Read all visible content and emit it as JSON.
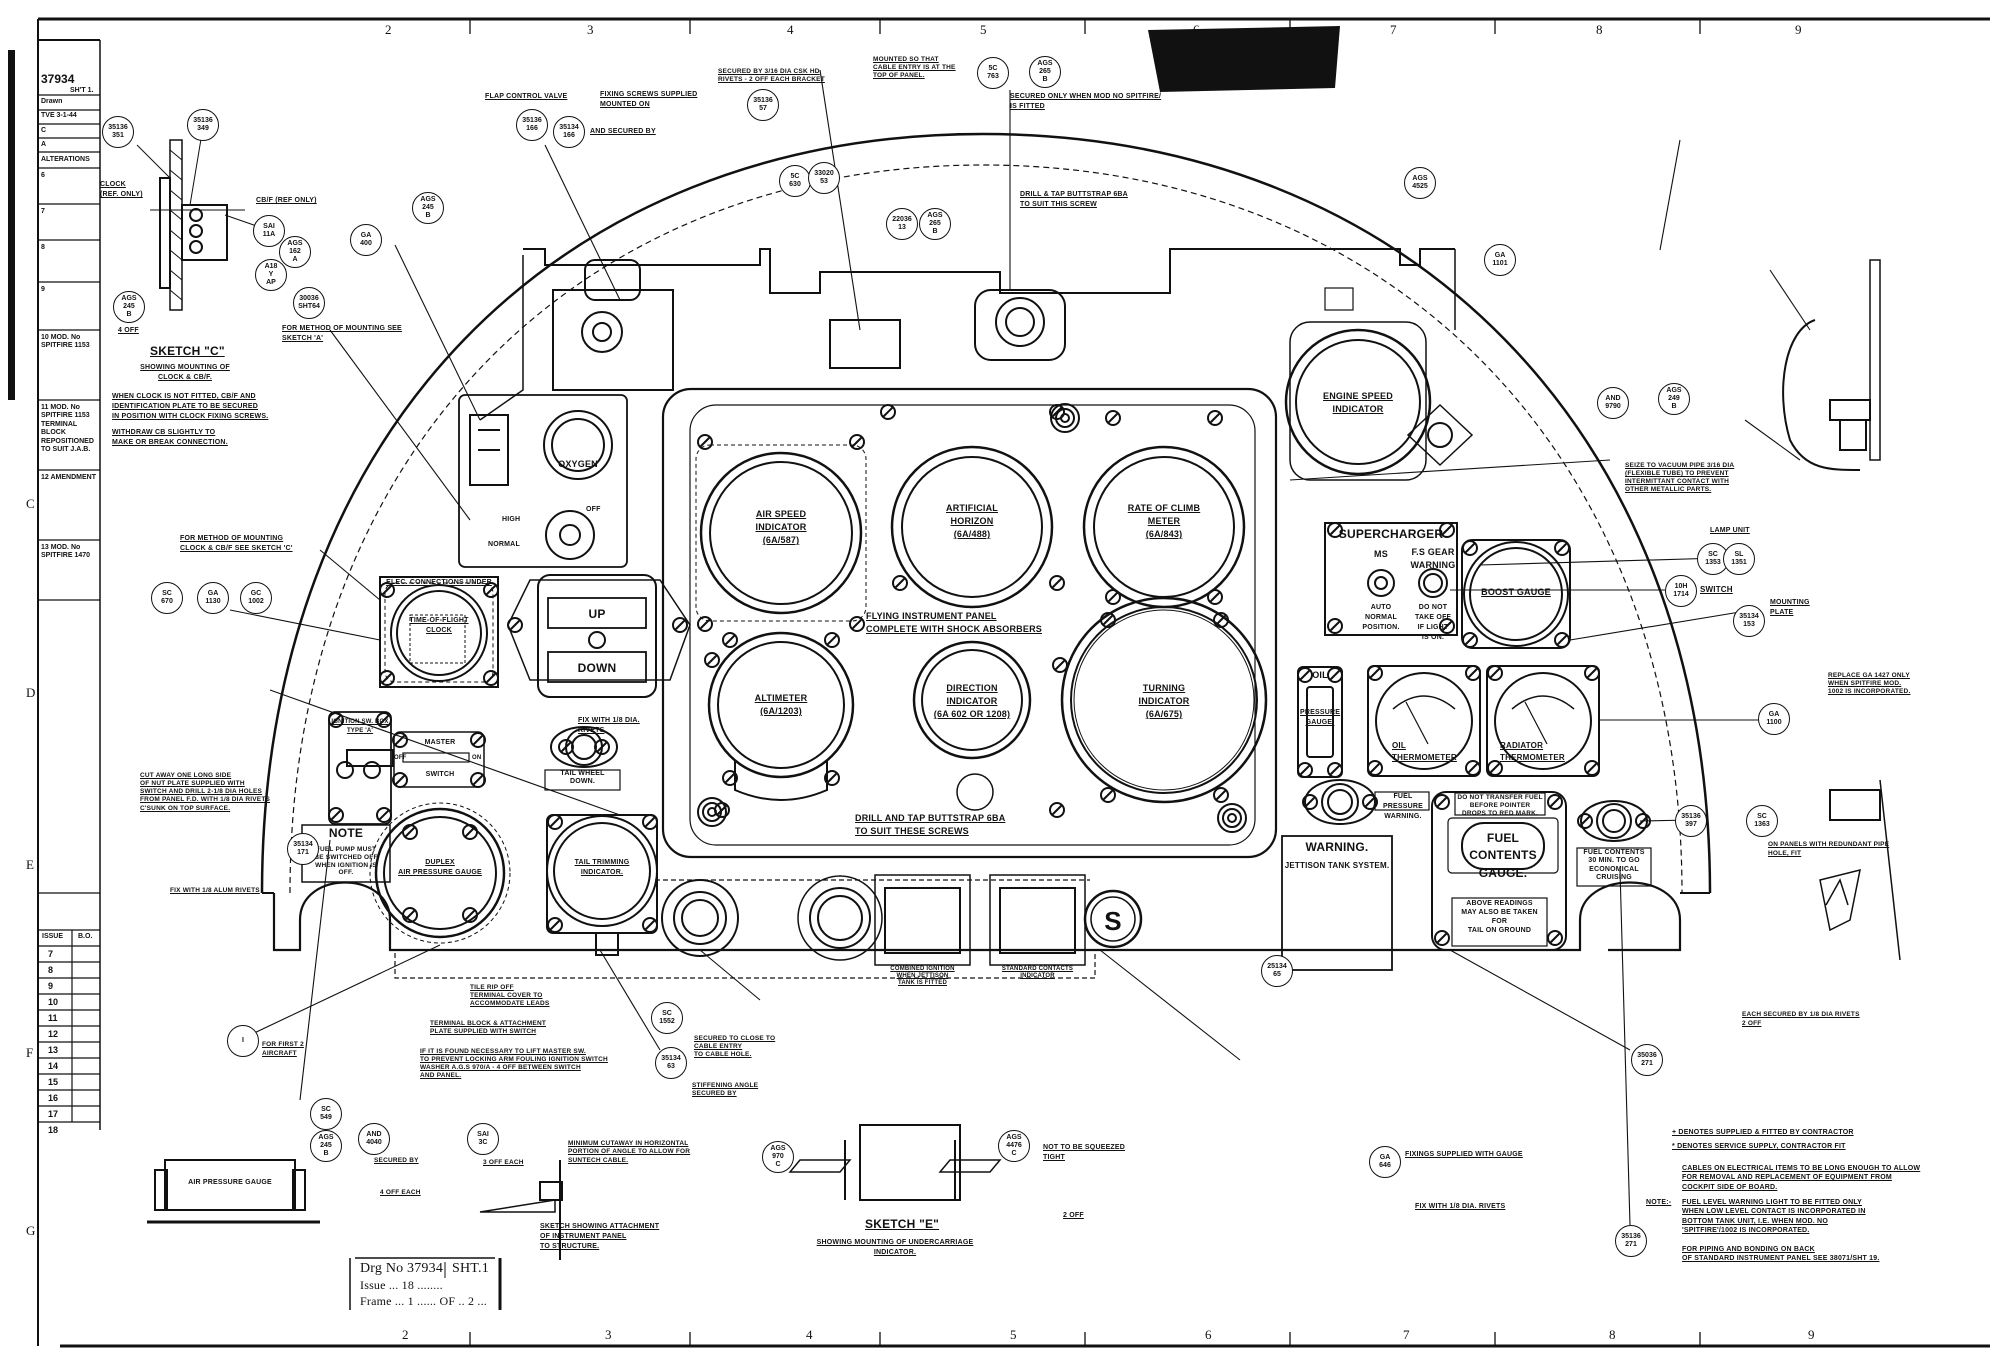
{
  "frame": {
    "columns_top": [
      "2",
      "3",
      "4",
      "5",
      "6",
      "7",
      "8",
      "9"
    ],
    "columns_bottom": [
      "2",
      "3",
      "4",
      "5",
      "6",
      "7",
      "8",
      "9"
    ],
    "rows": [
      "C",
      "D",
      "E",
      "F",
      "G"
    ]
  },
  "title_strip": {
    "drawing_number": "37934",
    "sheet": "SH'T 1.",
    "drawn": "Drawn",
    "traced": "TVE 3-1-44",
    "checked": "C",
    "approved": "A",
    "alterations_header": "ALTERATIONS",
    "alterations": [
      "6",
      "7",
      "8",
      "9",
      "10 MOD. No SPITFIRE 1153",
      "11 MOD. No SPITFIRE 1153 TERMINAL BLOCK REPOSITIONED TO SUIT J.A.B.",
      "12 AMENDMENT",
      "13 MOD. No SPITFIRE 1470"
    ],
    "issue_header": [
      "ISSUE",
      "B.O."
    ],
    "issues": [
      "7",
      "8",
      "9",
      "10",
      "11",
      "12",
      "13",
      "14",
      "15",
      "16",
      "17",
      "18"
    ]
  },
  "flying_panel": {
    "airspeed": "AIR SPEED\nINDICATOR\n(6A/587)",
    "horizon": "ARTIFICIAL\nHORIZON\n(6A/488)",
    "climb": "RATE OF CLIMB\nMETER\n(6A/843)",
    "altimeter": "ALTIMETER\n(6A/1203)",
    "direction": "DIRECTION\nINDICATOR\n(6A 602 OR 1208)",
    "turning": "TURNING\nINDICATOR\n(6A/675)",
    "caption": "FLYING INSTRUMENT PANEL\nCOMPLETE WITH SHOCK ABSORBERS",
    "drill_note": "DRILL AND TAP BUTTSTRAP 6BA\nTO SUIT THESE SCREWS"
  },
  "right_group": {
    "engine_speed": "ENGINE SPEED\nINDICATOR",
    "supercharger_title": "SUPERCHARGER",
    "ms": "MS",
    "fs_gear": "F.S GEAR\nWARNING",
    "auto_normal": "AUTO\nNORMAL\nPOSITION.",
    "do_not_take_off": "DO NOT\nTAKE OFF\nIF LIGHT\nIS ON.",
    "boost_gauge": "BOOST GAUGE",
    "oil": "OIL",
    "oil_pressure": "PRESSURE\nGAUGE.",
    "oil_thermo": "OIL\nTHERMOMETER",
    "radiator_thermo": "RADIATOR\nTHERMOMETER",
    "fuel_pressure_warning": "FUEL PRESSURE\nWARNING.",
    "transfer_note": "DO NOT TRANSFER FUEL\nBEFORE POINTER\nDROPS TO RED MARK.",
    "fuel_contents": "FUEL CONTENTS\nGAUGE.",
    "above_readings": "ABOVE READINGS\nMAY ALSO BE TAKEN\nFOR\nTAIL ON GROUND",
    "fuel_30min": "FUEL CONTENTS\n30 MIN. TO GO\nECONOMICAL\nCRUISING",
    "warning_title": "WARNING.",
    "warning_sub": "JETTISON TANK SYSTEM.",
    "s_button": "S"
  },
  "left_group": {
    "elec_connections": "ELEC. CONNECTIONS UNDER",
    "clock": "TIME-OF-FLIGHT\nCLOCK",
    "up": "UP",
    "down": "DOWN",
    "oxygen": "OXYGEN",
    "high": "HIGH",
    "normal": "NORMAL",
    "off": "OFF",
    "ignition_box": "IGNITION SW. BOX\nTYPE 'A'",
    "master": "MASTER",
    "switch": "SWITCH",
    "master_off": "OFF",
    "master_on": "ON",
    "note_title": "NOTE",
    "note_text": "FUEL PUMP MUST\nBE SWITCHED OFF\nWHEN IGNITION IS\nOFF.",
    "duplex_gauge": "DUPLEX\nAIR PRESSURE GAUGE",
    "tail_trimming": "TAIL TRIMMING\nINDICATOR.",
    "tail_wheel": "TAIL WHEEL\nDOWN.",
    "fix_rivets": "FIX WITH 1/8 DIA.\nRIVETS"
  },
  "sketch_c": {
    "title": "SKETCH \"C\"",
    "subtitle": "SHOWING MOUNTING OF\nCLOCK & CB/F.",
    "clock_ref": "CLOCK\n(REF. ONLY)",
    "cbf_ref": "CB/F (REF ONLY)",
    "note1": "WHEN CLOCK IS NOT FITTED, CB/F AND\nIDENTIFICATION PLATE TO BE SECURED\nIN POSITION WITH CLOCK FIXING SCREWS.",
    "note2": "WITHDRAW CB SLIGHTLY TO\nMAKE OR BREAK CONNECTION.",
    "four_off": "4 OFF"
  },
  "sketch_e": {
    "title": "SKETCH \"E\"",
    "subtitle": "SHOWING MOUNTING OF UNDERCARRIAGE\nINDICATOR.",
    "not_squeezed": "NOT TO BE SQUEEZED\nTIGHT",
    "two_off": "2 OFF"
  },
  "annotations": {
    "flap_valve": "FLAP CONTROL VALVE",
    "fixing_screws": "FIXING SCREWS SUPPLIED\nMOUNTED ON",
    "secured_by": "AND SECURED BY",
    "mounted_so": "MOUNTED SO THAT\nCABLE ENTRY IS AT THE\nTOP OF PANEL.",
    "secured_rivets": "SECURED BY 3/16 DIA CSK HD\nRIVETS - 2 OFF EACH BRACKET",
    "secured_only": "SECURED ONLY WHEN MOD No SPITFIRE/\nIS FITTED",
    "drill_tap_screw": "DRILL & TAP BUTTSTRAP 6BA\nTO SUIT THIS SCREW",
    "method_sketch_a": "FOR METHOD OF MOUNTING SEE\nSKETCH 'A'",
    "method_sketch_c": "FOR METHOD OF MOUNTING\nCLOCK & CB/F SEE SKETCH 'C'",
    "cut_away": "CUT AWAY ONE LONG SIDE\nOF NUT PLATE SUPPLIED WITH\nSWITCH AND DRILL 2-1/8 DIA HOLES\nFROM PANEL F.D. WITH 1/8 DIA RIVETS\nC'SUNK ON TOP SURFACE.",
    "fix_alum": "FIX WITH 1/8 ALUM RIVETS",
    "seize_vacuum": "SEIZE TO VACUUM PIPE 3/16 DIA\n(FLEXIBLE TUBE) TO PREVENT\nINTERMITTANT CONTACT WITH\nOTHER METALLIC PARTS.",
    "lamp_unit": "LAMP UNIT",
    "switch": "SWITCH",
    "mounting_plate": "MOUNTING\nPLATE",
    "replace_ga": "REPLACE GA 1427 ONLY\nWHEN SPITFIRE MOD.\n1002 IS INCORPORATED.",
    "redundant_pipe": "ON PANELS WITH REDUNDANT PIPE\nHOLE, FIT",
    "each_secured": "EACH SECURED BY 1/8 DIA RIVETS\n2 OFF",
    "fixings_gauge": "FIXINGS SUPPLIED WITH GAUGE",
    "fix_dia": "FIX WITH 1/8 DIA. RIVETS",
    "tile_rip": "TILE RIP OFF\nTERMINAL COVER TO\nACCOMMODATE LEADS",
    "lift_master": "IF IT IS FOUND NECESSARY TO LIFT MASTER SW.\nTO PREVENT LOCKING ARM FOULING IGNITION SWITCH\nWASHER A.G.S 970/A - 4 OFF BETWEEN SWITCH\nAND PANEL.",
    "terminal_block": "TERMINAL BLOCK & ATTACHMENT\nPLATE SUPPLIED WITH SWITCH",
    "stiffening": "STIFFENING ANGLE\nSECURED BY",
    "cable_hole": "SECURED TO CLOSE TO\nCABLE ENTRY\nTO CABLE HOLE.",
    "minimum_cutaway": "MINIMUM CUTAWAY IN HORIZONTAL\nPORTION OF ANGLE TO ALLOW FOR\nSUNTECH CABLE.",
    "attachment_sketch": "SKETCH SHOWING ATTACHMENT\nOF INSTRUMENT PANEL\nTO STRUCTURE.",
    "air_pressure_gauge": "AIR PRESSURE GAUGE",
    "first_aircraft": "FOR FIRST 2\nAIRCRAFT",
    "three_off_each": "3 OFF EACH",
    "four_off_each": "4 OFF EACH",
    "secured": "SECURED BY",
    "combined_ignition": "COMBINED IGNITION\nWHEN JETTISON\nTANK IS FITTED",
    "standard_contacts": "STANDARD CONTACTS\nINDICATOR"
  },
  "notes": {
    "supplied_fitted": "+ DENOTES SUPPLIED & FITTED BY CONTRACTOR",
    "service_supply": "* DENOTES SERVICE SUPPLY, CONTRACTOR FIT",
    "cables": "CABLES ON ELECTRICAL ITEMS TO BE LONG ENOUGH TO ALLOW\nFOR REMOVAL AND REPLACEMENT OF EQUIPMENT FROM\nCOCKPIT SIDE OF BOARD.",
    "note_label": "NOTE:-",
    "fuel_level": "FUEL LEVEL WARNING LIGHT TO BE FITTED ONLY\nWHEN LOW LEVEL CONTACT IS INCORPORATED IN\nBOTTOM TANK UNIT, I.E. WHEN MOD. No\n'SPITFIRE'/1002 IS INCORPORATED.",
    "piping": "FOR PIPING AND BONDING ON BACK\nOF STANDARD INSTRUMENT PANEL SEE 38071/SHT 19."
  },
  "title_block": {
    "drg_no": "Drg No 37934",
    "sheet": "SHT.1",
    "issue": "Issue ... 18 ........",
    "frame": "Frame ... 1 ...... OF .. 2 ..."
  },
  "callouts": [
    "35136\n351",
    "35136\n349",
    "SAI\n11A",
    "AGS\n162\nA",
    "A18\nY\nAP",
    "AGS\n245\nB",
    "30036\nSHT64",
    "GA\n400",
    "AGS\n245\nB",
    "5C\n763",
    "AGS\n265\nB",
    "35136\n57",
    "5C\n630",
    "33020\n53",
    "22036\n13",
    "AGS\n265\nB",
    "35136\n166",
    "35134\n166",
    "SC\n670",
    "GA\n1130",
    "GC\n1002",
    "SC\n1353",
    "SL\n1351",
    "10H\n1714",
    "35134\n153",
    "AND\n9790",
    "AGS\n249\nB",
    "GA\n1101",
    "AGS\n4525",
    "35134\n171",
    "SC\n549",
    "AGS\n245\nB",
    "35134\n63",
    "35136\n397",
    "SC\n1363",
    "GA\n1100",
    "35036\n271",
    "35136\n271",
    "GA\n646",
    "25134\n65",
    "I",
    "AGS\n970\nC",
    "SC\n1552",
    "AGS\n4476\nC",
    "AND\n4040",
    "SAI\n3C"
  ]
}
